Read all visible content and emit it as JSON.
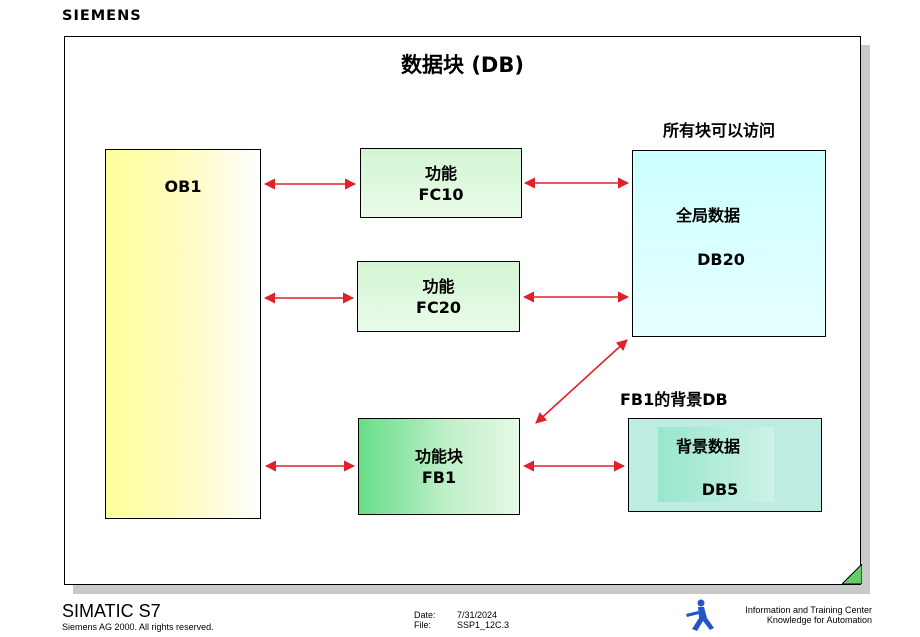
{
  "header": {
    "logo": "SIEMENS"
  },
  "slide": {
    "title": "数据块 (DB)"
  },
  "blocks": {
    "ob1": "OB1",
    "fc10": {
      "line1": "功能",
      "line2": "FC10"
    },
    "fc20": {
      "line1": "功能",
      "line2": "FC20"
    },
    "fb1": {
      "line1": "功能块",
      "line2": "FB1"
    },
    "db20": {
      "caption": "所有块可以访问",
      "line1": "全局数据",
      "line2": "DB20"
    },
    "db5": {
      "caption": "FB1的背景DB",
      "line1": "背景数据",
      "line2": "DB5"
    }
  },
  "footer": {
    "product": "SIMATIC S7",
    "copyright": "Siemens AG 2000. All rights reserved.",
    "date_label": "Date:",
    "date_value": "7/31/2024",
    "file_label": "File:",
    "file_value": "SSP1_12C.3",
    "center_line1": "Information and Training Center",
    "center_line2": "Knowledge for Automation"
  },
  "colors": {
    "arrow": "#e0202a",
    "corner": "#66cc66",
    "logo_blue": "#2255cc"
  }
}
